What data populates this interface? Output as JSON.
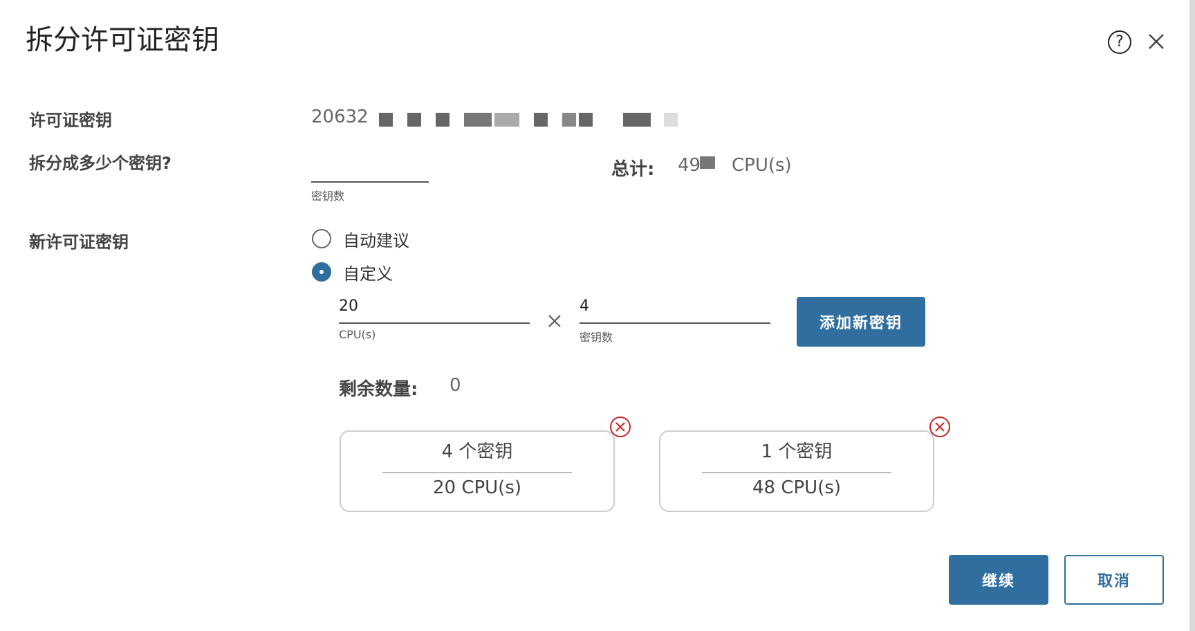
{
  "dialog": {
    "title": "拆分许可证密钥"
  },
  "license": {
    "label": "许可证密钥",
    "key_visible": "20632"
  },
  "split": {
    "label": "拆分成多少个密钥?",
    "count_value": "",
    "count_helper": "密钥数",
    "total_label": "总计:",
    "total_value": "49",
    "total_unit": "CPU(s)"
  },
  "new_keys": {
    "label": "新许可证密钥",
    "options": [
      {
        "label": "自动建议",
        "selected": false
      },
      {
        "label": "自定义",
        "selected": true
      }
    ],
    "cpu_value": "20",
    "cpu_helper": "CPU(s)",
    "times_symbol": "×",
    "key_count_value": "4",
    "key_count_helper": "密钥数",
    "add_button": "添加新密钥",
    "remaining_label": "剩余数量:",
    "remaining_value": "0"
  },
  "cards": [
    {
      "top": "4 个密钥",
      "bottom": "20 CPU(s)"
    },
    {
      "top": "1 个密钥",
      "bottom": "48 CPU(s)"
    }
  ],
  "footer": {
    "continue": "继续",
    "cancel": "取消"
  },
  "colors": {
    "primary": "#2f6e9f",
    "remove": "#c62828"
  },
  "icons": [
    "help-icon",
    "close-icon",
    "remove-circle-icon",
    "times-icon"
  ]
}
